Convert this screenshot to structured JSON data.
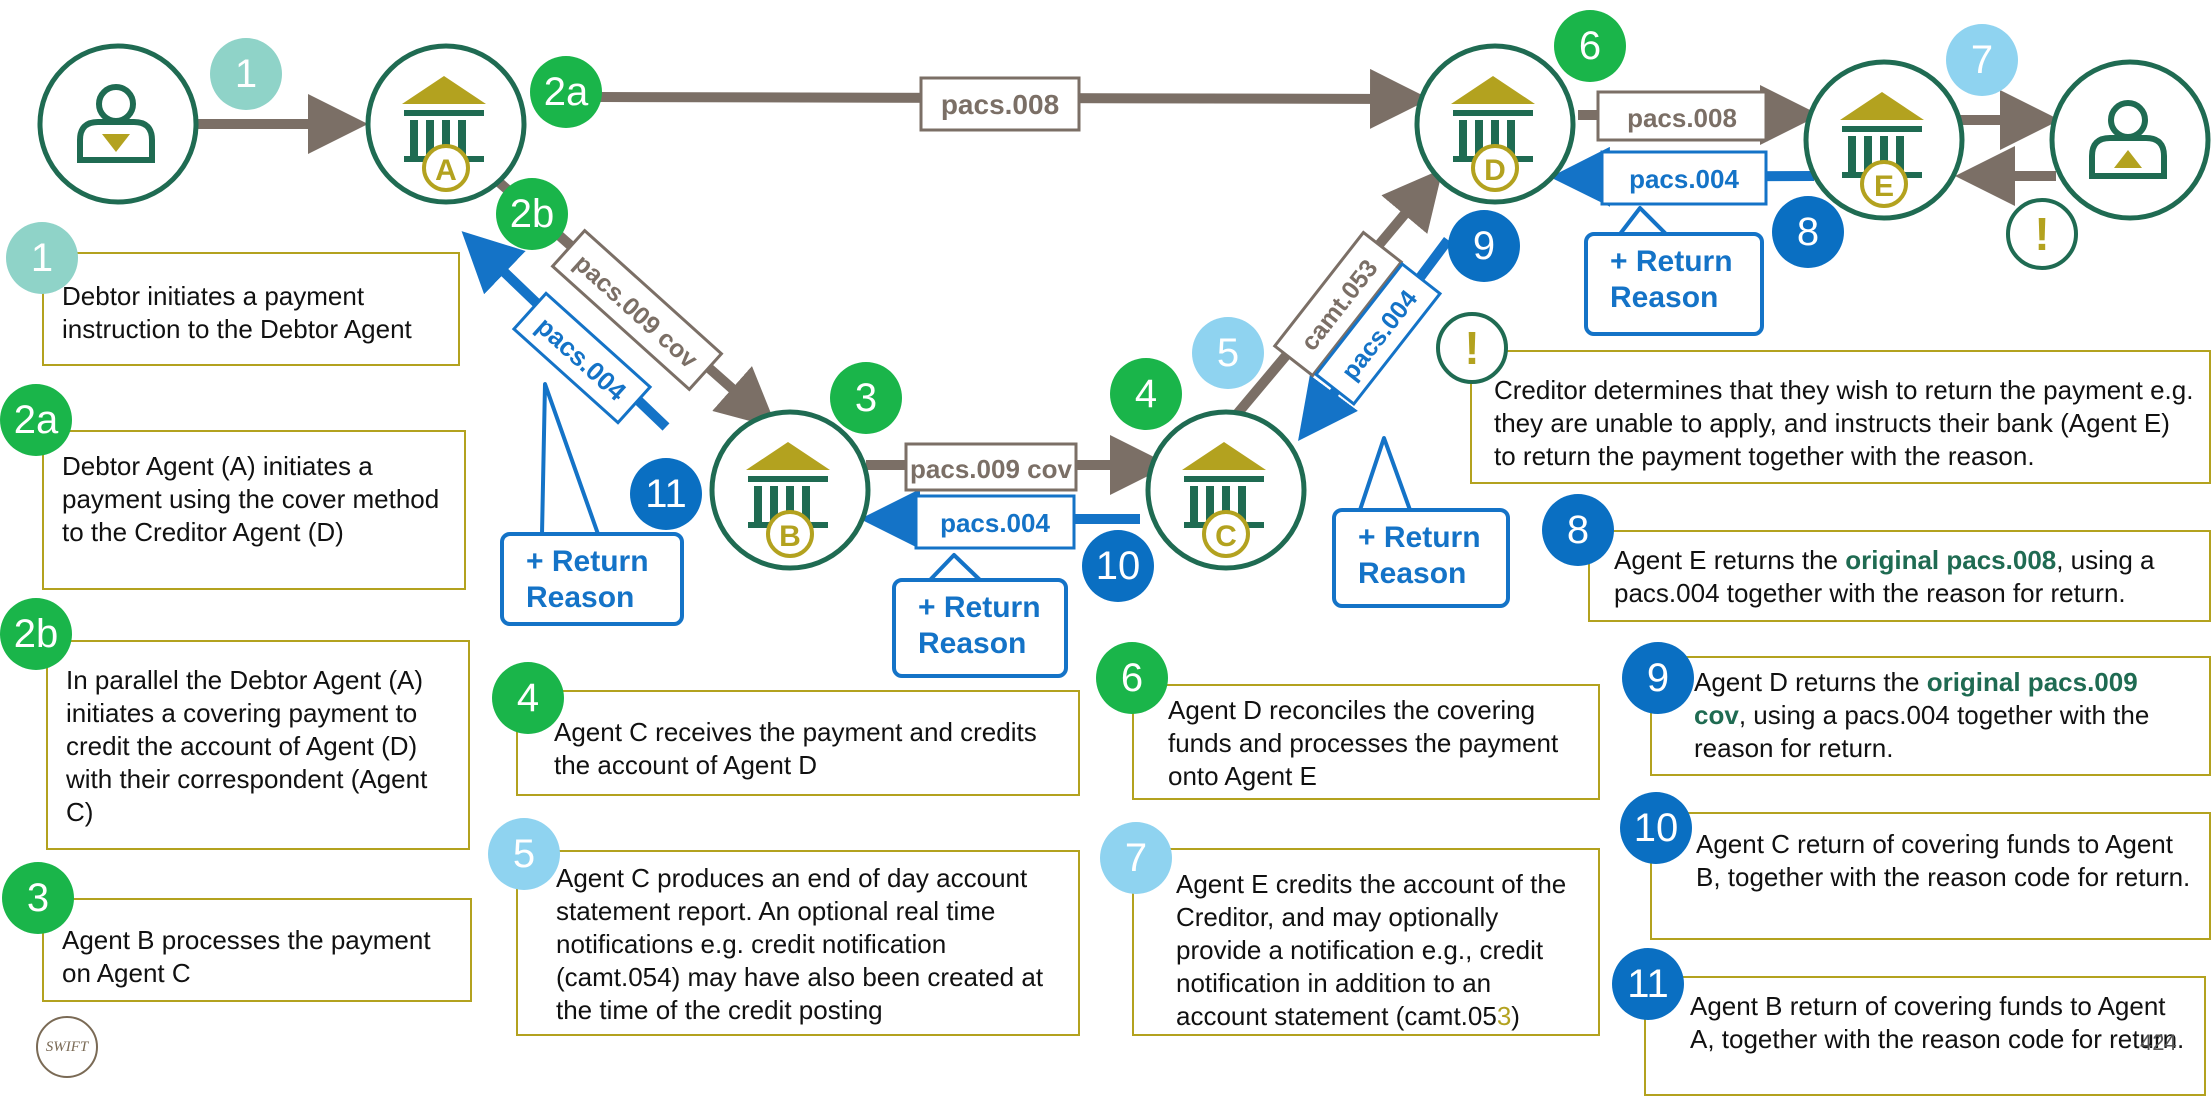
{
  "actors": {
    "debtor_icon": "person-down-icon",
    "creditor_icon": "person-up-icon",
    "bank_icon": "bank-icon",
    "bank_letters": {
      "a": "A",
      "b": "B",
      "c": "C",
      "d": "D",
      "e": "E"
    }
  },
  "messages": {
    "a_to_d": "pacs.008",
    "a_to_b": "pacs.009 cov",
    "b_to_c": "pacs.009 cov",
    "c_to_d": "camt.053",
    "d_to_e": "pacs.008",
    "e_to_d": "pacs.004",
    "d_to_c": "pacs.004",
    "c_to_b": "pacs.004",
    "b_to_a": "pacs.004"
  },
  "return_reason": {
    "line1": "+ Return",
    "line2": "Reason"
  },
  "diagram_badges": {
    "b1": "1",
    "b2a": "2a",
    "b2b": "2b",
    "b3": "3",
    "b4": "4",
    "b5": "5",
    "b6": "6",
    "b7": "7",
    "b8": "8",
    "b9": "9",
    "b10": "10",
    "b11": "11",
    "warn": "!"
  },
  "steps": [
    {
      "num": "1",
      "text": "Debtor initiates a payment instruction to the Debtor Agent"
    },
    {
      "num": "2a",
      "text": "Debtor Agent (A) initiates a payment using the cover method to the Creditor Agent (D)"
    },
    {
      "num": "2b",
      "text": "In parallel the Debtor Agent (A) initiates a covering  payment to credit the account of Agent (D) with their correspondent  (Agent C)"
    },
    {
      "num": "3",
      "text": "Agent B processes the payment on Agent C"
    },
    {
      "num": "4",
      "text": "Agent C receives  the payment and credits the account of Agent D"
    },
    {
      "num": "5",
      "text": "Agent C produces an end of day account statement report. An optional real time notifications e.g. credit notification (camt.054) may have  also been created at the time of the credit posting"
    },
    {
      "num": "6",
      "text": "Agent D reconciles the covering funds and processes the payment onto Agent E"
    },
    {
      "num": "7",
      "text_a": "Agent E credits the account of the Creditor, and may optionally provide  a notification e.g., credit notification in addition to an account statement (camt.05",
      "text_b": "3",
      "text_c": ")"
    },
    {
      "num": "!",
      "text": "Creditor determines that they wish to return the payment e.g. they are unable to apply, and instructs their bank (Agent E) to return the payment together with the reason."
    },
    {
      "num": "8",
      "text_a": "Agent E returns the ",
      "text_b": "original pacs.008",
      "text_c": ", using a pacs.004 together with the reason for return."
    },
    {
      "num": "9",
      "text_a": "Agent D returns the ",
      "text_b": "original pacs.009 cov",
      "text_c": ", using a pacs.004 together with the reason for return."
    },
    {
      "num": "10",
      "text": "Agent C return of covering funds to Agent B, together with the reason code for return."
    },
    {
      "num": "11",
      "text": "Agent B return of covering funds to Agent A, together with the reason code for return."
    }
  ],
  "footer": {
    "logo": "SWIFT",
    "page": "424"
  },
  "colors": {
    "grey_arrow": "#7b6f66",
    "blue_arrow": "#1473c7",
    "green_ring": "#1f6b52",
    "gold": "#b3a21f"
  }
}
